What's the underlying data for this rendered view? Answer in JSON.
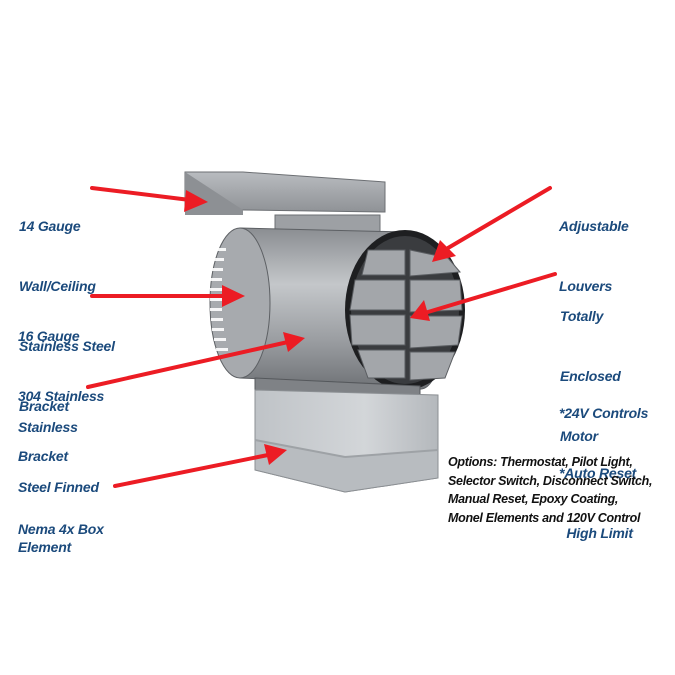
{
  "image": {
    "subject": "Industrial stainless steel unit heater with callout labels",
    "colors": {
      "label_text": "#1b4a7c",
      "options_text": "#111111",
      "arrow": "#ec1c24",
      "background": "#ffffff",
      "steel": "#a9acb0",
      "box": "#c7cbcf"
    }
  },
  "left_callouts": [
    {
      "lines": [
        "14 Gauge",
        "Wall/Ceiling",
        "Stainless Steel",
        "Bracket"
      ]
    },
    {
      "lines": [
        "16 Gauge",
        "304 Stainless",
        "Bracket"
      ]
    },
    {
      "lines": [
        "Stainless",
        "Steel Finned",
        "Element"
      ]
    },
    {
      "lines": [
        "Nema 4x Box"
      ]
    }
  ],
  "right_callouts": [
    {
      "lines": [
        "Adjustable",
        "Louvers"
      ]
    },
    {
      "lines": [
        "Totally",
        "Enclosed",
        "Motor"
      ]
    }
  ],
  "features": {
    "lines": [
      "*24V Controls",
      "*Auto Reset",
      "  High Limit"
    ]
  },
  "options": {
    "lines": [
      "Options: Thermostat, Pilot Light,",
      "Selector Switch, Disconnect Switch,",
      "Manual Reset, Epoxy Coating,",
      "Monel Elements and 120V Control"
    ]
  }
}
